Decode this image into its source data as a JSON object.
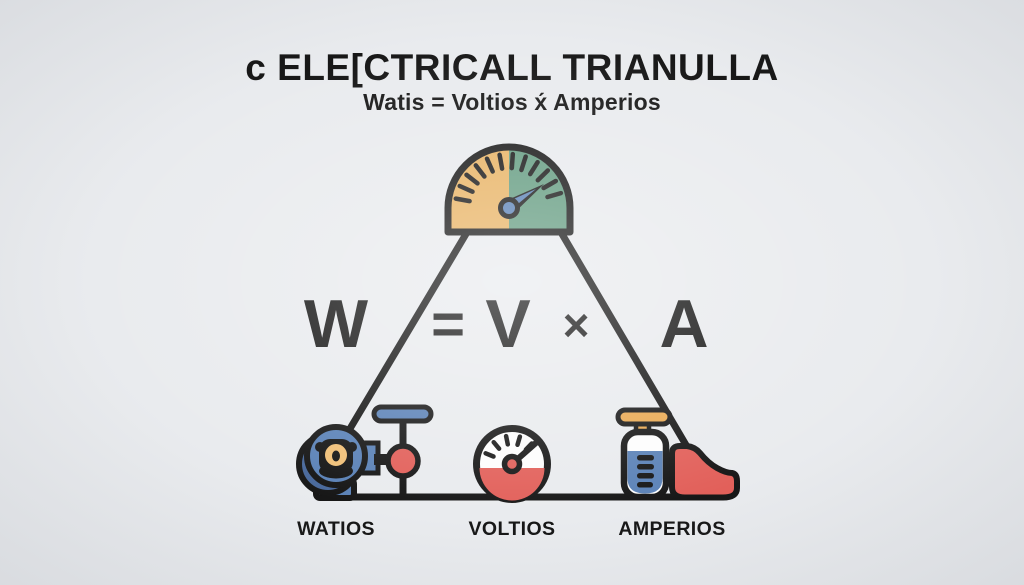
{
  "header": {
    "title": "c ELE[CTRICALL TRIANULLA",
    "subtitle": "Watis = Voltios x́ Amperios"
  },
  "formula": {
    "watts_symbol": "W",
    "equals_sign": "=",
    "volts_symbol": "V",
    "multiply_sign": "×",
    "amps_symbol": "A"
  },
  "footer_labels": {
    "watts": "WATIOS",
    "volts": "VOLTIOS",
    "amps": "AMPERIOS"
  },
  "icons": {
    "apex": "power-gauge-icon",
    "bottom_left": "motor-valve-icon",
    "bottom_center": "voltmeter-icon",
    "bottom_right": "battery-elbow-icon"
  },
  "colors": {
    "background": "#e9ebee",
    "ink": "#171717",
    "gauge_orange": "#e8b364",
    "gauge_green": "#649c81",
    "blue": "#5b82b7",
    "blue_dark": "#49699c",
    "inner_orange": "#f0c078",
    "red": "#e2605a",
    "amber": "#eaa952",
    "white": "#fdfdfd"
  }
}
